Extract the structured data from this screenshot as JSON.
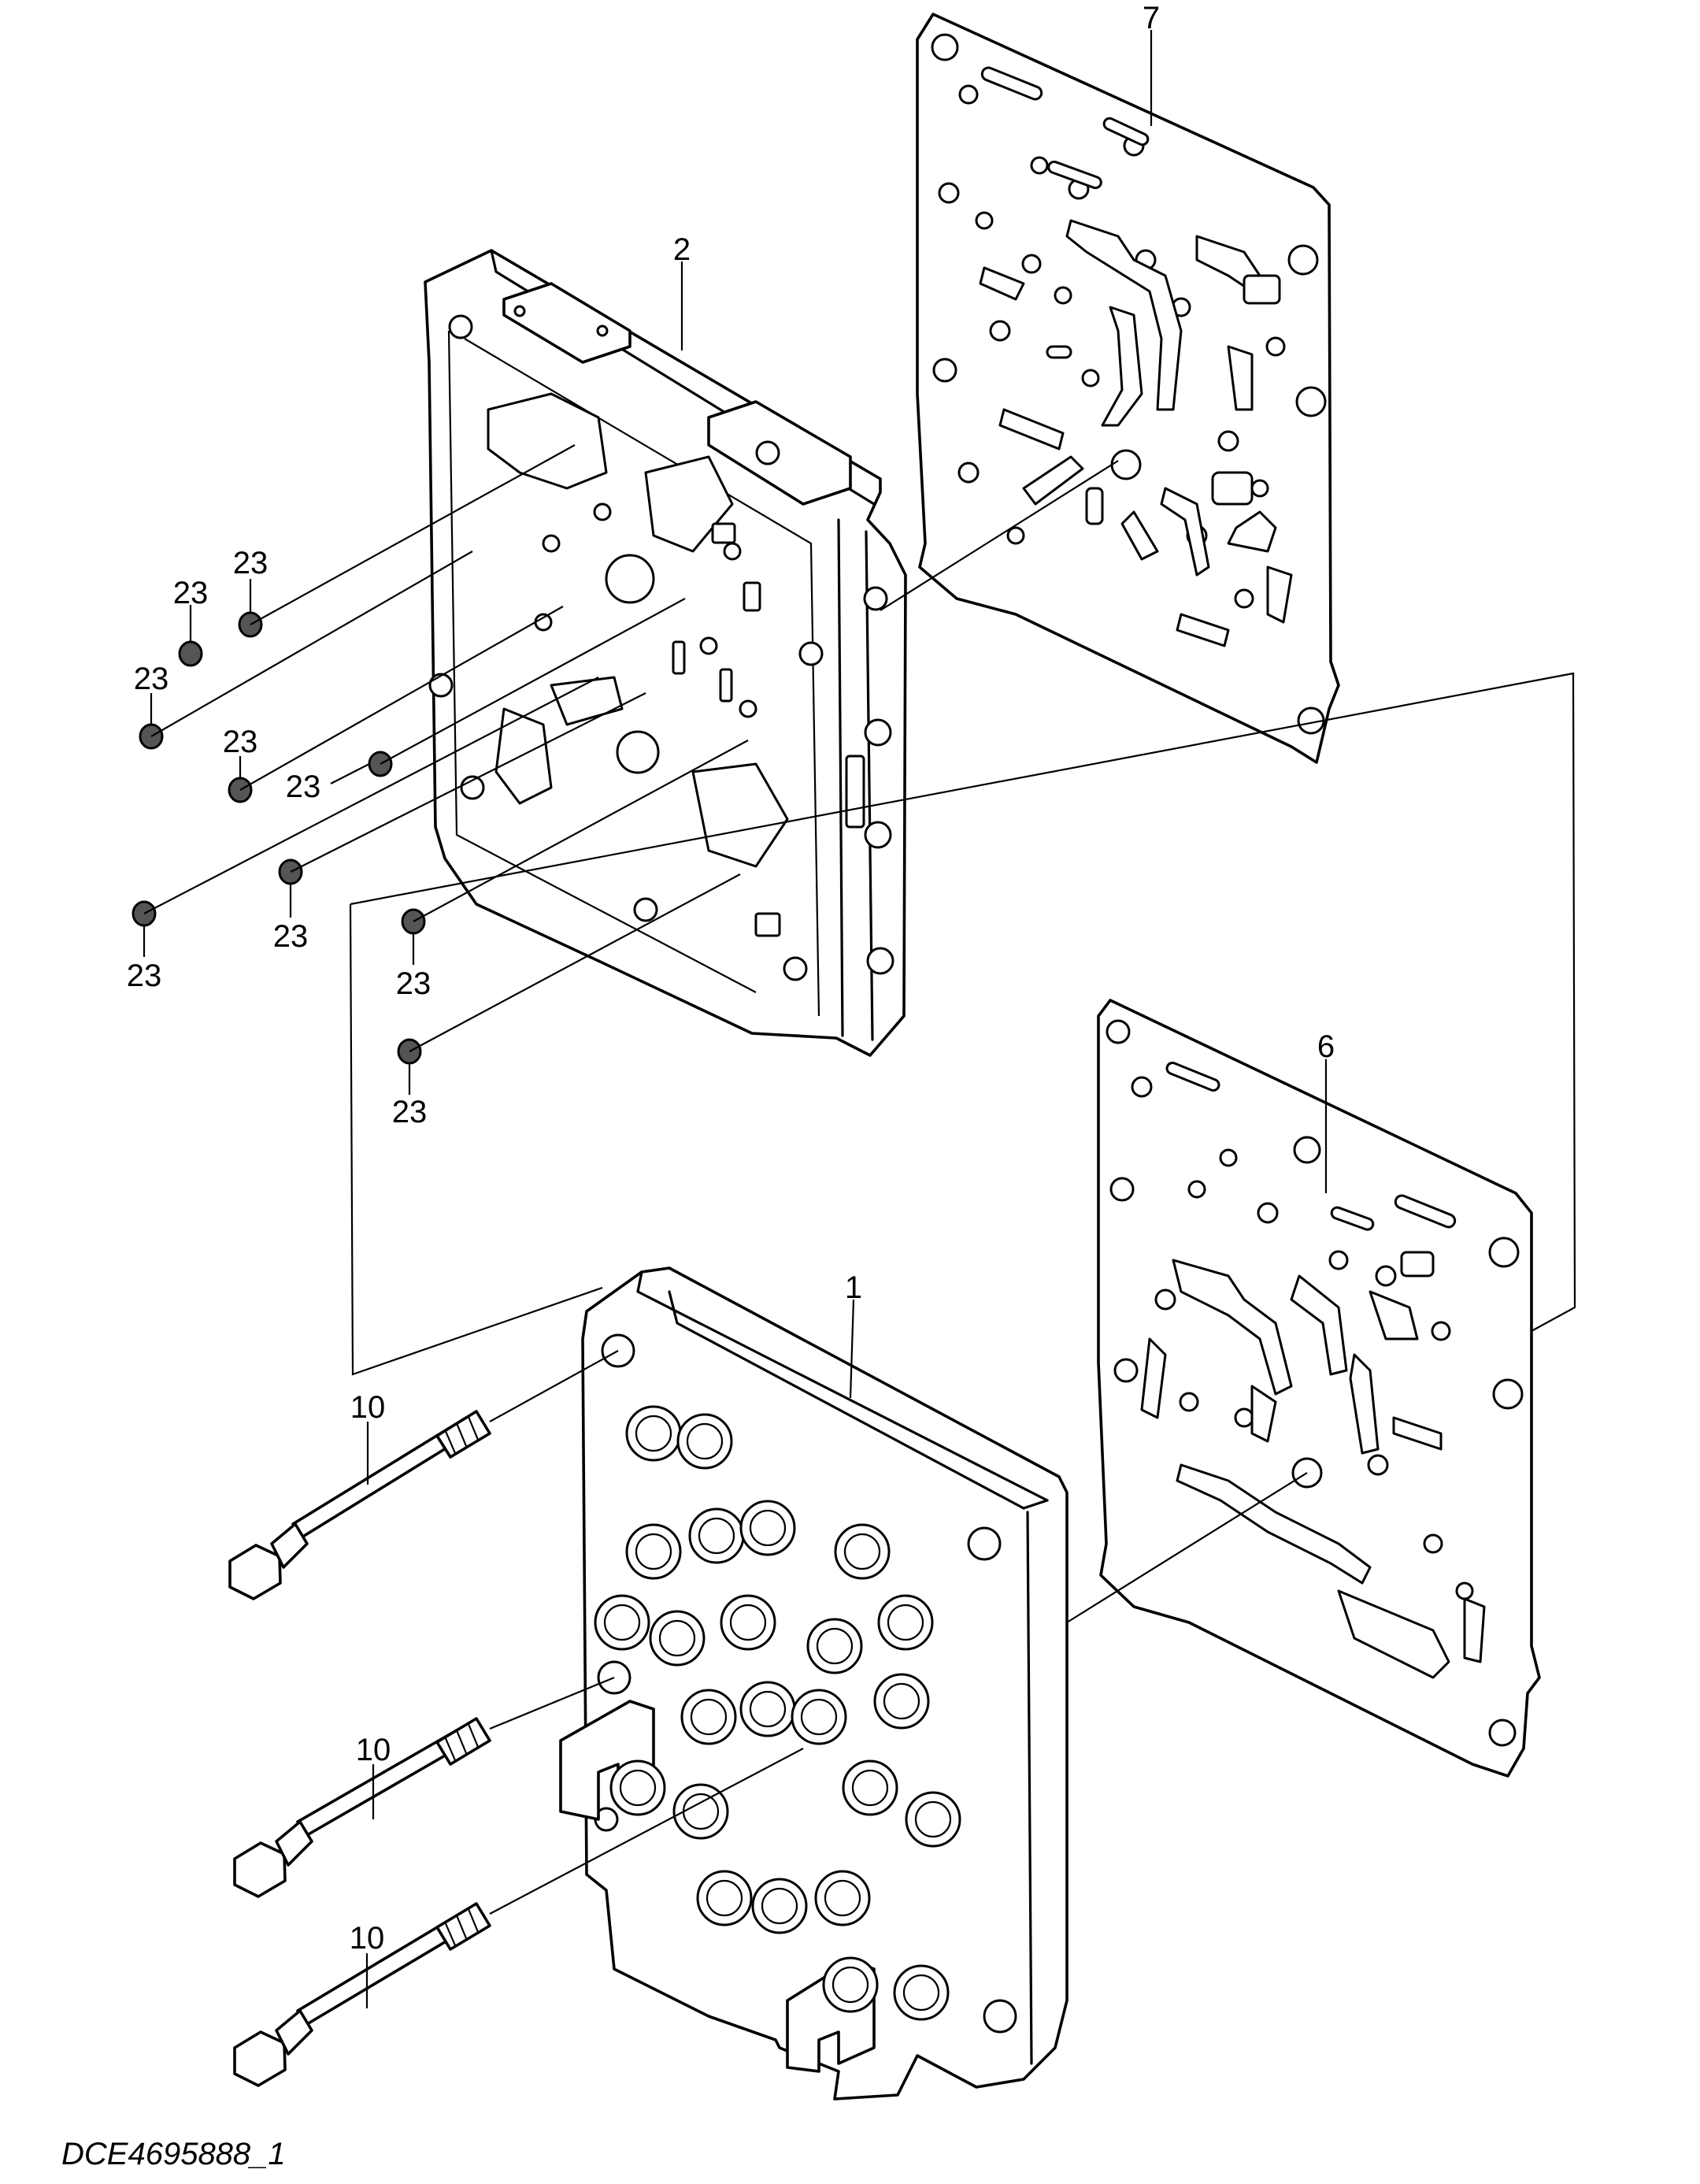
{
  "callouts": {
    "c7": "7",
    "c2": "2",
    "c6": "6",
    "c1": "1",
    "c23": "23",
    "c10": "10"
  },
  "footer_code": "DCE4695888_1",
  "colors": {
    "ink": "#000000",
    "background": "#ffffff"
  }
}
